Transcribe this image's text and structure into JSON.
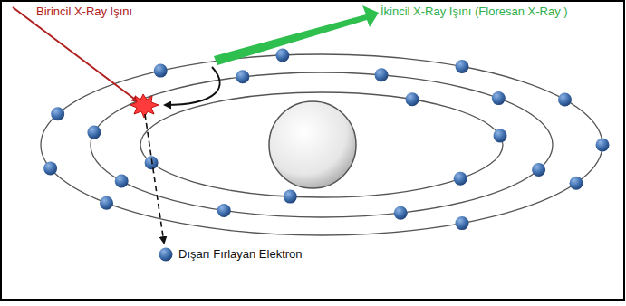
{
  "diagram": {
    "labels": [
      "Birincil X-Ray Işını",
      "İkincil X-Ray Işını (Floresan X-Ray )",
      "Dışarı Fırlayan Elektron"
    ]
  }
}
